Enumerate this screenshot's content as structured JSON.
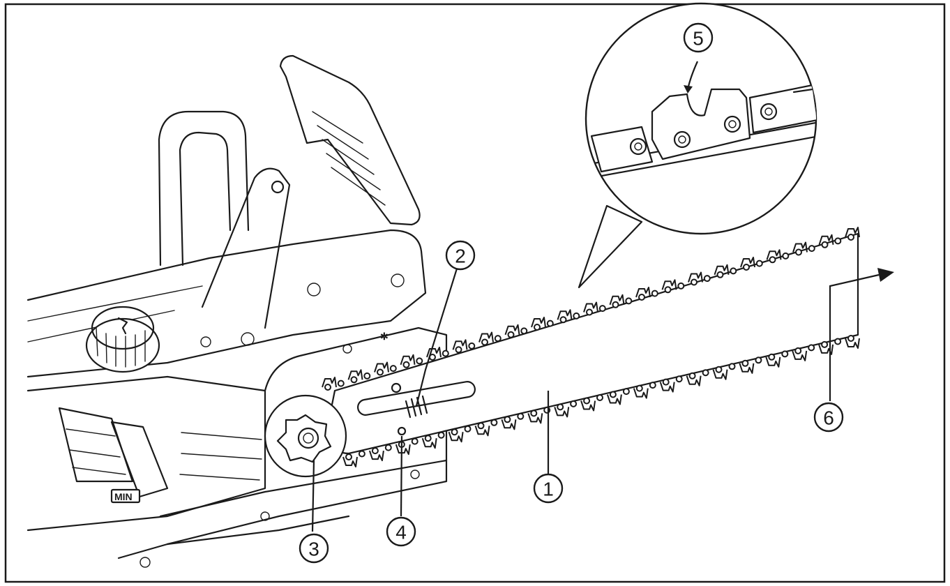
{
  "diagram": {
    "callouts": [
      {
        "id": "1",
        "label": "1"
      },
      {
        "id": "2",
        "label": "2"
      },
      {
        "id": "3",
        "label": "3"
      },
      {
        "id": "4",
        "label": "4"
      },
      {
        "id": "5",
        "label": "5"
      },
      {
        "id": "6",
        "label": "6"
      }
    ],
    "oil_level_marking": "MIN",
    "colors": {
      "line": "#1a1a1a",
      "background": "#ffffff"
    }
  }
}
